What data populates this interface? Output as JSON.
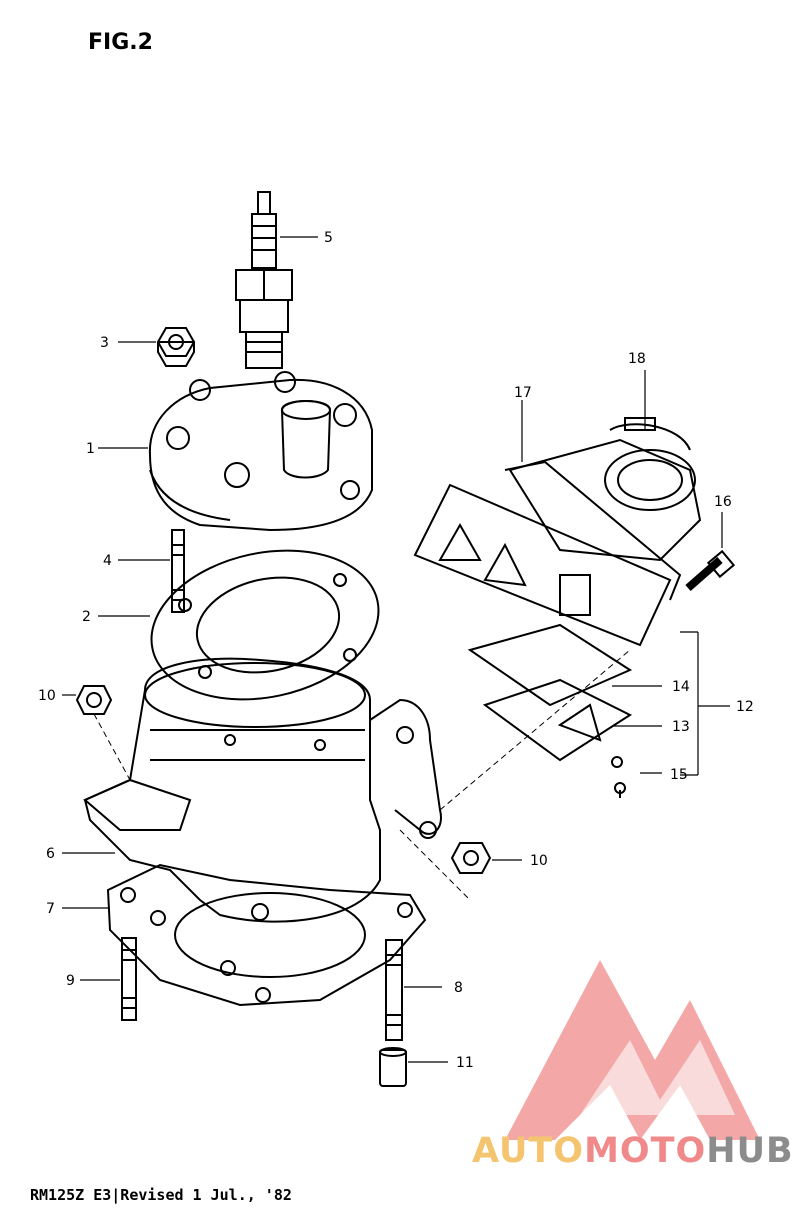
{
  "figure": {
    "title": "FIG.2"
  },
  "footer": {
    "text": "RM125Z E3|Revised 1 Jul., '82"
  },
  "callouts": {
    "c1": "1",
    "c2": "2",
    "c3": "3",
    "c4": "4",
    "c5": "5",
    "c6": "6",
    "c7": "7",
    "c8": "8",
    "c9": "9",
    "c10a": "10",
    "c10b": "10",
    "c11": "11",
    "c12": "12",
    "c13": "13",
    "c14": "14",
    "c15": "15",
    "c16": "16",
    "c17": "17",
    "c18": "18"
  },
  "watermark": {
    "part1": "AUTO",
    "part2": "MOTO",
    "part3": "HUB",
    "colors": {
      "auto": "#f5c46f",
      "moto": "#f08a8a",
      "hub": "#8c8c8c"
    }
  }
}
